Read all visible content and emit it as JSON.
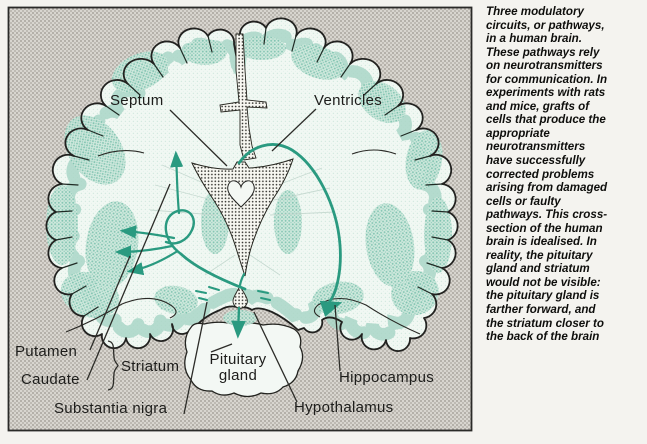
{
  "figure": {
    "caption": "Three modulatory\ncircuits, or pathways,\nin a human brain.\nThese pathways rely\non neurotransmitters\nfor communication. In\nexperiments with rats\nand mice, grafts of\ncells that produce the\nappropriate\nneurotransmitters\nhave successfully\ncorrected problems\narising from damaged\ncells or faulty\npathways. This cross-\nsection of the human\nbrain is idealised. In\nreality, the pituitary\ngland and striatum\nwould not be visible:\nthe pituitary gland is\nfarther forward, and\nthe striatum closer to\nthe back of the brain"
  },
  "labels": {
    "septum": "Septum",
    "ventricles": "Ventricles",
    "putamen": "Putamen",
    "caudate": "Caudate",
    "striatum": "Striatum",
    "substantia_nigra": "Substantia nigra",
    "pituitary_gland": "Pituitary\ngland",
    "hypothalamus": "Hypothalamus",
    "hippocampus": "Hippocampus"
  },
  "colors": {
    "pathway_teal": "#2a9a80",
    "cortex_teal": "#a9d6c7",
    "brain_fill": "#eef7f2",
    "panel_halftone": "#cfccc6",
    "ventricle_stipple": "#2e2e2a",
    "outline": "#222220"
  }
}
